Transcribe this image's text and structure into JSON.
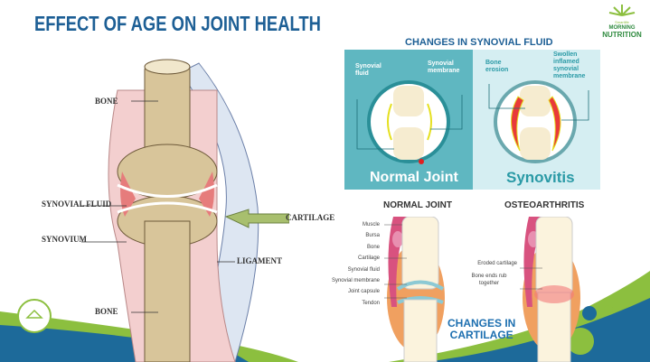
{
  "title": "EFFECT OF AGE ON JOINT HEALTH",
  "logo": {
    "tag": "Smartlife",
    "line1": "MORNING",
    "line2": "NUTRITION"
  },
  "left_diagram": {
    "labels": {
      "bone_top": "BONE",
      "synovial_fluid": "SYNOVIAL FLUID",
      "synovium": "SYNOVIUM",
      "bone_bottom": "BONE",
      "cartilage": "CARTILAGE",
      "ligament": "LIGAMENT"
    }
  },
  "synovial": {
    "heading": "CHANGES IN SYNOVIAL FLUID",
    "normal": {
      "title": "Normal Joint",
      "label1": "Synovial fluid",
      "label2": "Synovial membrane"
    },
    "synovitis": {
      "title": "Synovitis",
      "label1": "Bone erosion",
      "label2": "Swollen inflamed synovial membrane"
    }
  },
  "cartilage": {
    "normal_heading": "NORMAL JOINT",
    "oa_heading": "OSTEOARTHRITIS",
    "normal_labels": [
      "Muscle",
      "Bursa",
      "Bone",
      "Cartilage",
      "Synovial fluid",
      "Synovial membrane",
      "Joint capsule",
      "Tendon"
    ],
    "oa_labels": [
      "Eroded cartilage",
      "Bone ends rub together"
    ],
    "caption_line1": "CHANGES IN",
    "caption_line2": "CARTILAGE"
  },
  "colors": {
    "accent": "#1d5f95",
    "teal": "#5fb7c1",
    "green": "#8cbf3f"
  }
}
